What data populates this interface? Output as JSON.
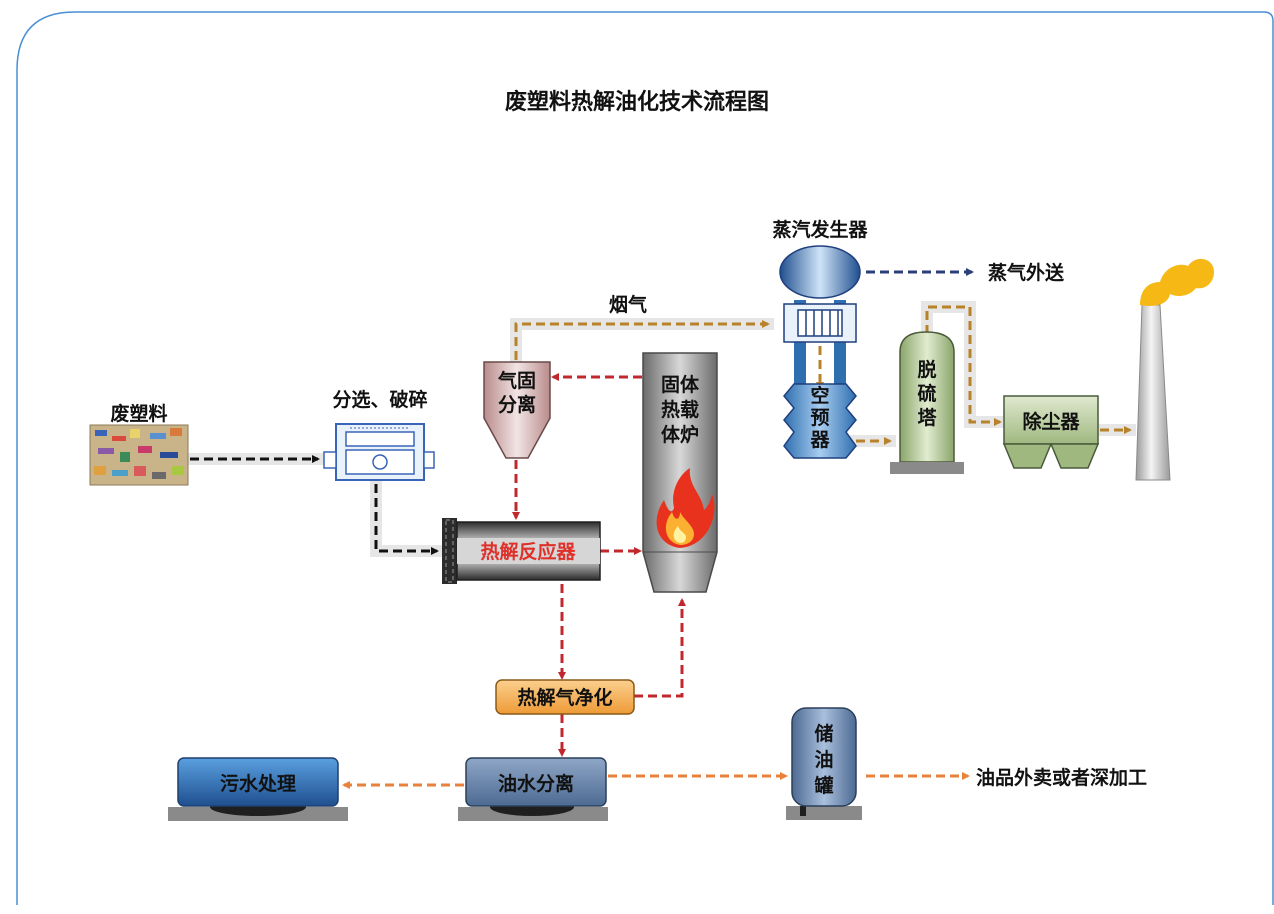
{
  "title": "废塑料热解油化技术流程图",
  "labels": {
    "waste_plastic": "废塑料",
    "sorting_crushing": "分选、破碎",
    "gas_solid_separation_1": "气固",
    "gas_solid_separation_2": "分离",
    "furnace_1": "固体",
    "furnace_2": "热载",
    "furnace_3": "体炉",
    "flue_gas": "烟气",
    "steam_generator": "蒸汽发生器",
    "steam_export": "蒸气外送",
    "air_preheater_1": "空",
    "air_preheater_2": "预",
    "air_preheater_3": "器",
    "desulfurization_1": "脱",
    "desulfurization_2": "硫",
    "desulfurization_3": "塔",
    "dust_collector": "除尘器",
    "pyrolysis_reactor": "热解反应器",
    "gas_purification": "热解气净化",
    "oil_water_separation": "油水分离",
    "wastewater_treatment": "污水处理",
    "storage_tank_1": "储",
    "storage_tank_2": "油",
    "storage_tank_3": "罐",
    "oil_output": "油品外卖或者深加工"
  },
  "colors": {
    "flue": "#b8822a",
    "pyro": "#c0282d",
    "feed": "#111111",
    "steam": "#2a3f7a",
    "oil": "#e8823a",
    "accent_red": "#e0302a",
    "border": "#4a8fd4",
    "unit_blue": "#2f6fb0",
    "purifier_orange": "#f2a54a"
  }
}
